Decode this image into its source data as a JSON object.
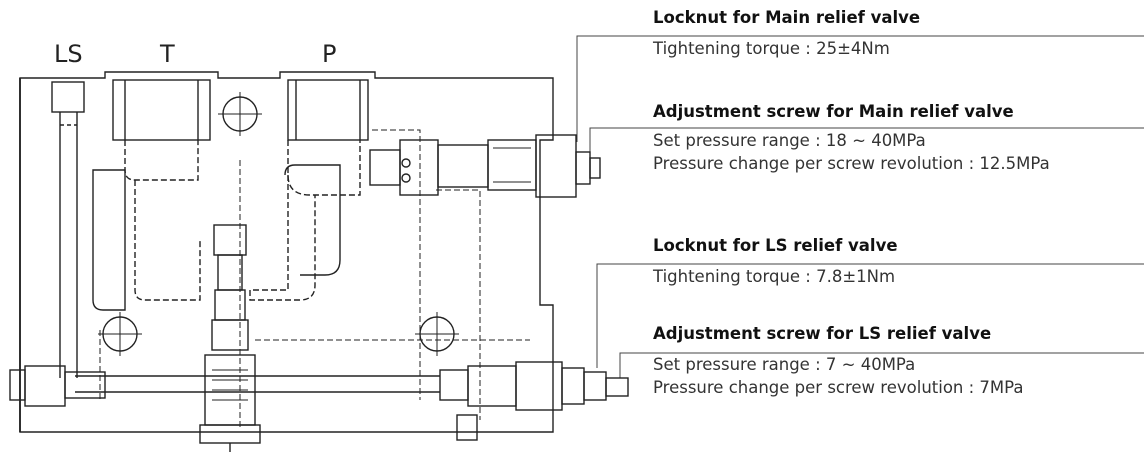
{
  "ports": {
    "ls": "LS",
    "t": "T",
    "p": "P"
  },
  "callouts": [
    {
      "title": "Locknut for Main relief valve",
      "lines": [
        "Tightening torque : 25±4Nm"
      ]
    },
    {
      "title": "Adjustment screw for Main relief valve",
      "lines": [
        "Set pressure range : 18 ~ 40MPa",
        "Pressure change per screw revolution : 12.5MPa"
      ]
    },
    {
      "title": "Locknut for LS relief valve",
      "lines": [
        "Tightening torque : 7.8±1Nm"
      ]
    },
    {
      "title": "Adjustment screw for LS relief valve",
      "lines": [
        "Set pressure range : 7 ~ 40MPa",
        "Pressure change per screw revolution : 7MPa"
      ]
    }
  ]
}
